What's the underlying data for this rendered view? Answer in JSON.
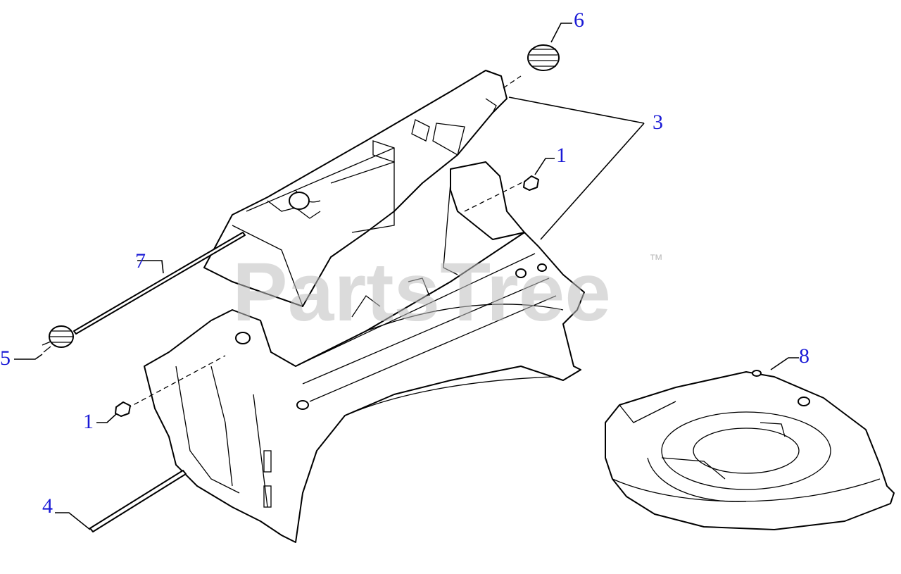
{
  "watermark": {
    "text": "PartsTree",
    "trademark": "™"
  },
  "callouts": [
    {
      "id": "c6",
      "label": "6"
    },
    {
      "id": "c3",
      "label": "3"
    },
    {
      "id": "c1a",
      "label": "1"
    },
    {
      "id": "c7",
      "label": "7"
    },
    {
      "id": "c5",
      "label": "5"
    },
    {
      "id": "c8",
      "label": "8"
    },
    {
      "id": "c1b",
      "label": "1"
    },
    {
      "id": "c4",
      "label": "4"
    }
  ],
  "colors": {
    "callout": "#1a1ad6",
    "line": "#000000",
    "watermark": "#bfbfbf"
  }
}
